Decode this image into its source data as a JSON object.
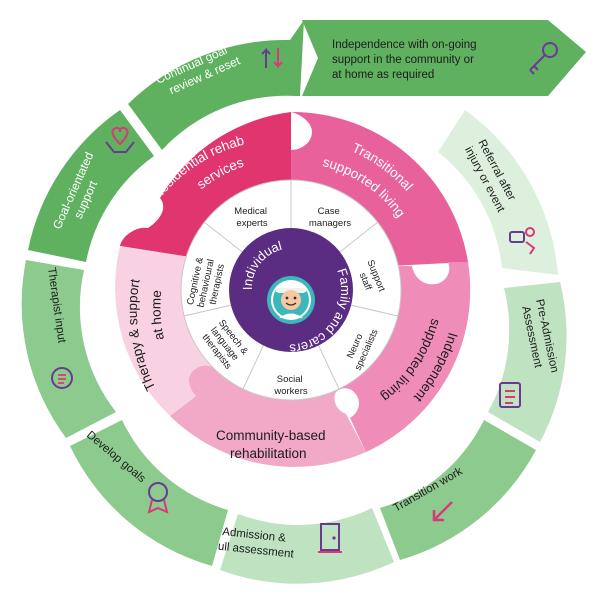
{
  "colors": {
    "green_dark": "#5fb160",
    "green_mid": "#8cca8d",
    "green_light": "#bfe2c0",
    "green_pale": "#dcf0dd",
    "pink_dark": "#e0356f",
    "pink_mid": "#e9619a",
    "pink_light": "#f2a9c7",
    "pink_pale": "#f8d2e2",
    "purple": "#5b2d82",
    "teal": "#3cb8bd",
    "icon_purple": "#6a3a93",
    "icon_pink": "#d63a79"
  },
  "outer_ring": {
    "independence": "Independence with on-going support in the community or at home as required",
    "independence_lines": [
      "Independence with on-going",
      "support in the community or",
      "at home as required"
    ],
    "referral_lines": [
      "Referral after",
      "injury or event"
    ],
    "pre_admission_lines": [
      "Pre-Admission",
      "Assessment"
    ],
    "transition_work": "Transition work",
    "admission_lines": [
      "Admission &",
      "full assessment"
    ],
    "develop_goals": "Develop goals",
    "therapist_input": "Therapist input",
    "goal_orientated_lines": [
      "Goal-orientated",
      "support"
    ],
    "continual_lines": [
      "Continual goal",
      "review & reset"
    ],
    "icons": [
      "key-icon",
      "referral-icon",
      "clipboard-icon",
      "arrow-icon",
      "door-icon",
      "rosette-icon",
      "chat-icon",
      "heart-hands-icon",
      "cycle-arrows-icon"
    ]
  },
  "middle_ring": {
    "residential_lines": [
      "Residential rehab",
      "services"
    ],
    "transitional_lines": [
      "Transitional",
      "supported living"
    ],
    "independent_lines": [
      "Independent",
      "supported living"
    ],
    "community_lines": [
      "Community-based",
      "rehabilitation"
    ],
    "therapy_lines": [
      "Therapy & support",
      "at home"
    ]
  },
  "inner_ring": {
    "medical_lines": [
      "Medical",
      "experts"
    ],
    "case_lines": [
      "Case",
      "managers"
    ],
    "support_lines": [
      "Support",
      "staff"
    ],
    "neuro_lines": [
      "Neuro",
      "specialists"
    ],
    "social_lines": [
      "Social",
      "workers"
    ],
    "speech_lines": [
      "Speech &",
      "language",
      "therapists"
    ],
    "cognitive_lines": [
      "Cognitive &",
      "behavioural",
      "therapists"
    ]
  },
  "core": {
    "individual": "Individual",
    "family": "Family and carers",
    "icon": "person-avatar-icon"
  }
}
